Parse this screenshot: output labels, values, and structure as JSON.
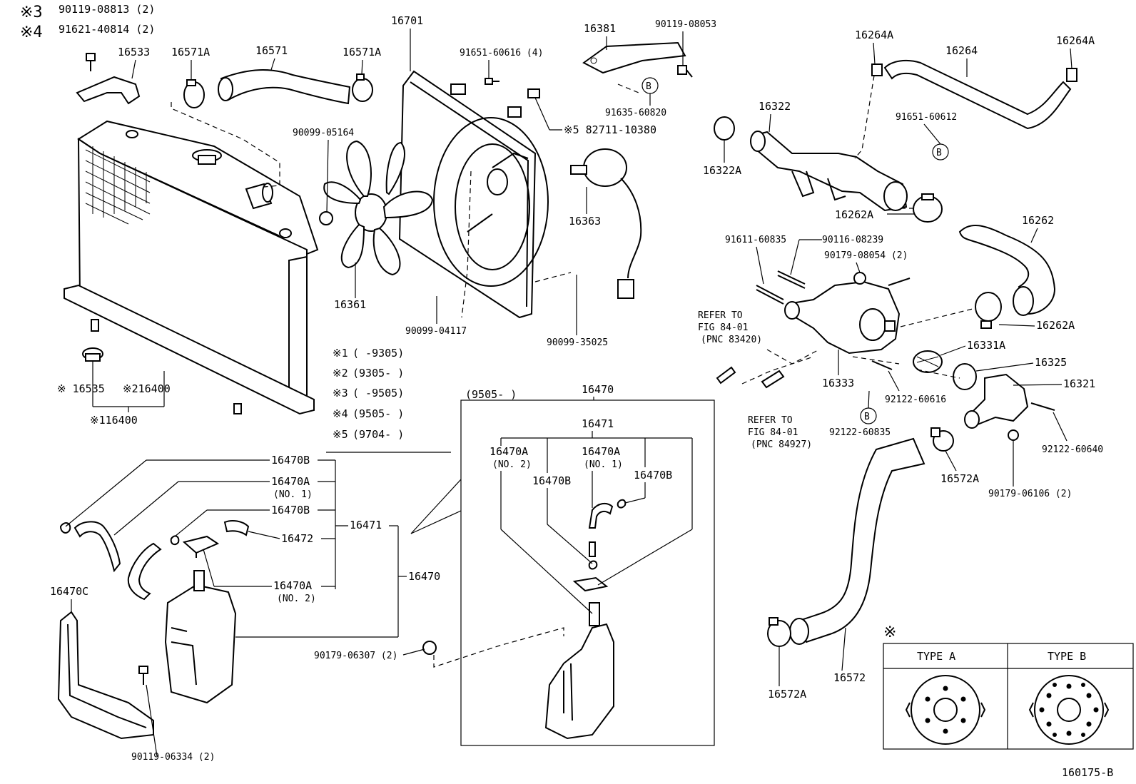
{
  "legend": {
    "mark3": "※3",
    "mark3_code": "90119-08813 (2)",
    "mark4": "※4",
    "mark4_code": "91621-40814 (2)"
  },
  "labels": {
    "p16533": "16533",
    "p16571A_l": "16571A",
    "p16571": "16571",
    "p16571A_r": "16571A",
    "p16701": "16701",
    "p91651_60616": "91651-60616 (4)",
    "p16381": "16381",
    "p90119_08053": "90119-08053",
    "p16264A_l": "16264A",
    "p16264": "16264",
    "p16264A_r": "16264A",
    "p91635_60820": "91635-60820",
    "p16322": "16322",
    "p91651_60612": "91651-60612",
    "p16322A": "16322A",
    "p90099_05164": "90099-05164",
    "p82711": "※5 82711-10380",
    "p16363": "16363",
    "p16361": "16361",
    "p90099_04117": "90099-04117",
    "p90099_35025": "90099-35025",
    "p16262A_top": "16262A",
    "p16262": "16262",
    "p91611_60835": "91611-60835",
    "p90116_08239": "90116-08239",
    "p90179_08054": "90179-08054 (2)",
    "p16262A_right": "16262A",
    "refer1_a": "REFER TO",
    "refer1_b": "FIG 84-01",
    "refer1_c": "(PNC 83420)",
    "p16331A": "16331A",
    "p16325": "16325",
    "p16321": "16321",
    "p16333": "16333",
    "p92122_60616": "92122-60616",
    "refer2_a": "REFER TO",
    "refer2_b": "FIG 84-01",
    "refer2_c": "(PNC 84927)",
    "p92122_60835": "92122-60835",
    "p92122_60640": "92122-60640",
    "p16572A_top": "16572A",
    "p90179_06106": "90179-06106 (2)",
    "p16535": "※ 16535",
    "p216400": "※216400",
    "p116400": "※116400",
    "p16470B_1": "16470B",
    "p16470A_1": "16470A",
    "p16470A_1n": "(NO. 1)",
    "p16470B_2": "16470B",
    "p16472": "16472",
    "p16471_l": "16471",
    "p16470_l": "16470",
    "p16470A_2": "16470A",
    "p16470A_2n": "(NO. 2)",
    "p16470C": "16470C",
    "p90119_06334": "90119-06334 (2)",
    "p90179_06307": "90179-06307 (2)",
    "p16470_box": "16470",
    "p16471_box": "16471",
    "box_16470A_no2": "16470A",
    "box_16470A_no2n": "(NO. 2)",
    "box_16470A_no1": "16470A",
    "box_16470A_no1n": "(NO. 1)",
    "box_16470B_l": "16470B",
    "box_16470B_r": "16470B",
    "p16572": "16572",
    "p16572A_bot": "16572A",
    "code": "160175-B"
  },
  "dates": [
    {
      "mark": "※1",
      "range": "(      -9305)"
    },
    {
      "mark": "※2",
      "range": "(9305-      )"
    },
    {
      "mark": "※3",
      "range": "(      -9505)"
    },
    {
      "mark": "※4",
      "range": "(9505-      )"
    },
    {
      "mark": "※5",
      "range": "(9704-      )"
    }
  ],
  "box_range": "(9505-      )",
  "letter_b": "B",
  "types": {
    "mark": "※",
    "type_a": "TYPE A",
    "type_b": "TYPE B"
  }
}
